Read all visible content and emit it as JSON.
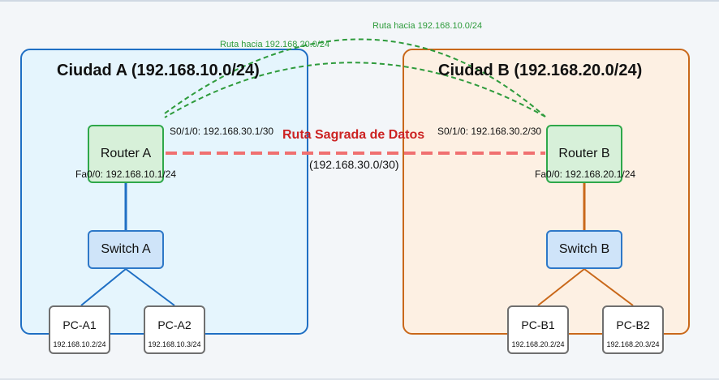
{
  "city_a": {
    "title": "Ciudad A (192.168.10.0/24)"
  },
  "city_b": {
    "title": "Ciudad B (192.168.20.0/24)"
  },
  "router_a": {
    "name": "Router A",
    "serial": "S0/1/0: 192.168.30.1/30",
    "fa": "Fa0/0: 192.168.10.1/24"
  },
  "router_b": {
    "name": "Router B",
    "serial": "S0/1/0: 192.168.30.2/30",
    "fa": "Fa0/0: 192.168.20.1/24"
  },
  "switch_a": {
    "name": "Switch A"
  },
  "switch_b": {
    "name": "Switch B"
  },
  "pcs": {
    "a1": {
      "name": "PC-A1",
      "ip": "192.168.10.2/24"
    },
    "a2": {
      "name": "PC-A2",
      "ip": "192.168.10.3/24"
    },
    "b1": {
      "name": "PC-B1",
      "ip": "192.168.20.2/24"
    },
    "b2": {
      "name": "PC-B2",
      "ip": "192.168.20.3/24"
    }
  },
  "link": {
    "label": "Ruta Sagrada de Datos",
    "subnet": "(192.168.30.0/30)"
  },
  "routes": {
    "to_a": "Ruta hacia 192.168.10.0/24",
    "to_b": "Ruta hacia 192.168.20.0/24"
  },
  "colors": {
    "city_a_border": "#1f6fc4",
    "city_b_border": "#c9681a",
    "link": "#f07070",
    "route": "#2e9b3c",
    "router_border": "#2fa84a"
  }
}
